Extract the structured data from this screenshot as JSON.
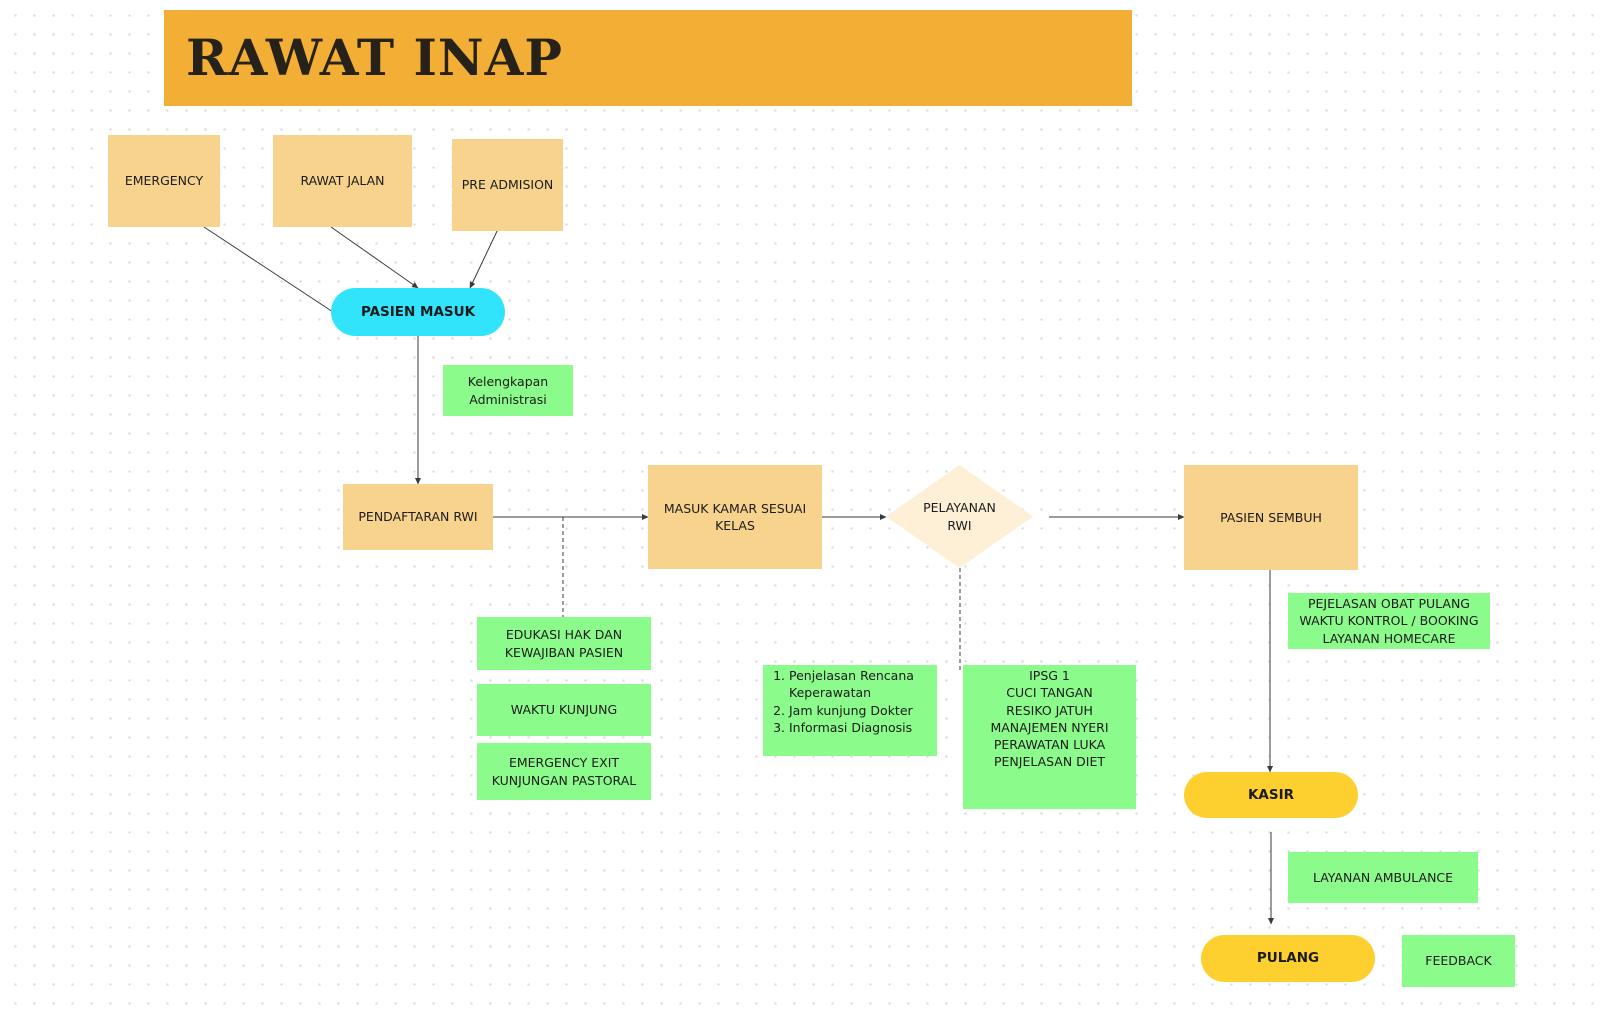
{
  "title": "RAWAT INAP",
  "colors": {
    "banner": "#f2ae35",
    "process_box": "#f8d38d",
    "note_box": "#8bfb8b",
    "start_pill": "#32e4fb",
    "end_pill": "#fdd02f",
    "decision": "#fdf0d7",
    "connector": "#3a3a3a"
  },
  "sources": {
    "emergency": "EMERGENCY",
    "rawat_jalan": "RAWAT JALAN",
    "pre_admision": "PRE ADMISION"
  },
  "pasien_masuk": "PASIEN MASUK",
  "kelengkapan": "Kelengkapan\nAdministrasi",
  "pendaftaran": "PENDAFTARAN RWI",
  "masuk_kamar": "MASUK KAMAR SESUAI\nKELAS",
  "pelayanan": "PELAYANAN\nRWI",
  "pasien_sembuh": "PASIEN SEMBUH",
  "edukasi": "EDUKASI HAK DAN\nKEWAJIBAN PASIEN",
  "waktu_kunjung": "WAKTU KUNJUNG",
  "emergency_exit": "EMERGENCY EXIT\nKUNJUNGAN PASTORAL",
  "penjelasan_list": [
    "Penjelasan Rencana Keperawatan",
    "Jam kunjung Dokter",
    "Informasi Diagnosis"
  ],
  "ipsg": "IPSG 1\nCUCI TANGAN\nRESIKO JATUH\nMANAJEMEN NYERI\nPERAWATAN LUKA\nPENJELASAN DIET",
  "pejelasan_obat": "PEJELASAN OBAT PULANG\nWAKTU KONTROL / BOOKING\nLAYANAN HOMECARE",
  "kasir": "KASIR",
  "layanan_ambulance": "LAYANAN AMBULANCE",
  "pulang": "PULANG",
  "feedback": "FEEDBACK"
}
